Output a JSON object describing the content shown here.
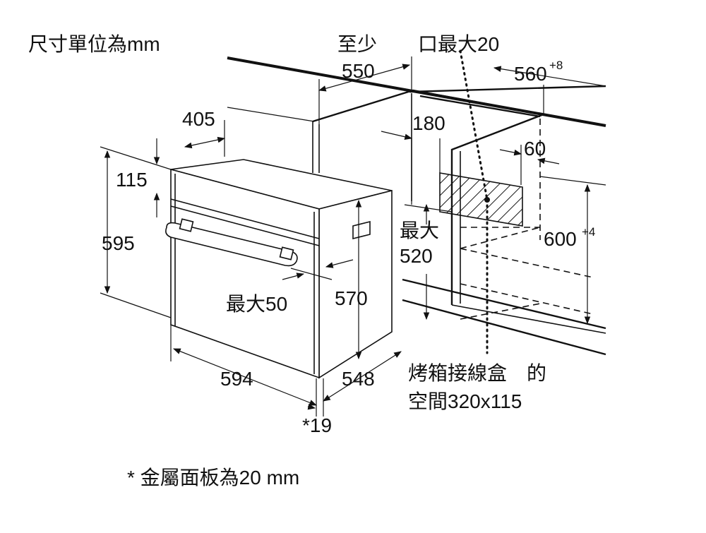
{
  "unit_note": "尺寸單位為mm",
  "dims": {
    "min_label": "至少",
    "depth_550": "550",
    "max20_box": "口最大20",
    "width_560": "560",
    "width_560_tol": "+8",
    "d405": "405",
    "d180": "180",
    "d60": "60",
    "d115": "115",
    "d595": "595",
    "max_label": "最大",
    "d520": "520",
    "h600": "600",
    "h600_tol": "+4",
    "max50": "最大50",
    "d570": "570",
    "w594": "594",
    "d548": "548",
    "junction_line1": "烤箱接線盒　的",
    "junction_line2": "空間320x115",
    "d19": "*19"
  },
  "footnote": "* 金屬面板為20 mm"
}
